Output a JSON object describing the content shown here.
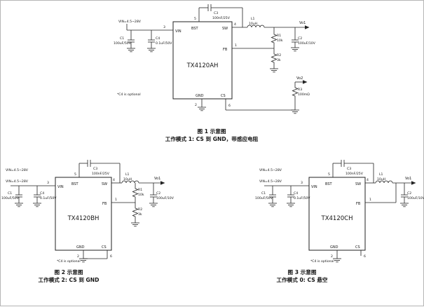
{
  "meta": {
    "note_color": "#2a6f77"
  },
  "common": {
    "vin_label": "VIN=4.5~28V",
    "vout_label": "Vo1",
    "note": "*C4 is optional",
    "pins": {
      "vin": "VIN",
      "bst": "BST",
      "sw": "SW",
      "fb": "FB",
      "gnd": "GND",
      "cs": "CS",
      "num_vin": "3",
      "num_bst": "5",
      "num_sw": "4",
      "num_fb": "1",
      "num_gnd": "2",
      "num_cs": "6"
    },
    "components": {
      "c1": "C1",
      "c1_val": "100uF/50V",
      "c4": "C4",
      "c4_val": "0.1uF/50V",
      "c3": "C3",
      "c3_val": "100nF/25V",
      "l1": "L1",
      "l1_val": "10uH",
      "r1": "R1",
      "r1_val": "10k",
      "r2": "R2",
      "r2_val": "3k",
      "c2": "C2",
      "c2_val": "100uF/10V"
    }
  },
  "fig1": {
    "chip": "TX4120AH",
    "vout2_label": "Vo2",
    "r3": "R3",
    "r3_val": "100mΩ",
    "caption_title": "图 1 示意图",
    "caption_mode": "工作模式 1: CS 到 GND，带感应电阻"
  },
  "fig2": {
    "chip": "TX4120BH",
    "caption_title": "图 2 示意图",
    "caption_mode": "工作模式 2: CS 到 GND"
  },
  "fig3": {
    "chip": "TX4120CH",
    "caption_title": "图 3 示意图",
    "caption_mode": "工作模式 0: CS 悬空"
  }
}
